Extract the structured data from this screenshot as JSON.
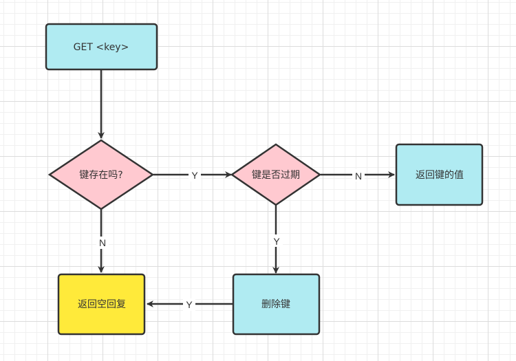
{
  "nodes": {
    "get_key": {
      "label": "GET <key>",
      "fill": "#b0ebf2"
    },
    "key_exists": {
      "label": "键存在吗?",
      "fill": "#ffc9d0"
    },
    "key_expired": {
      "label": "键是否过期",
      "fill": "#ffc9d0"
    },
    "return_value": {
      "label": "返回键的值",
      "fill": "#b0ebf2"
    },
    "delete_key": {
      "label": "删除键",
      "fill": "#b0ebf2"
    },
    "return_empty": {
      "label": "返回空回复",
      "fill": "#ffea3a"
    }
  },
  "edges": {
    "exists_yes": "Y",
    "exists_no": "N",
    "expired_no": "N",
    "expired_yes": "Y",
    "delete_to_empty": "Y"
  },
  "colors": {
    "stroke": "#333333",
    "grid_major": "#dcdcdc",
    "grid_minor": "#f0f0f0"
  }
}
